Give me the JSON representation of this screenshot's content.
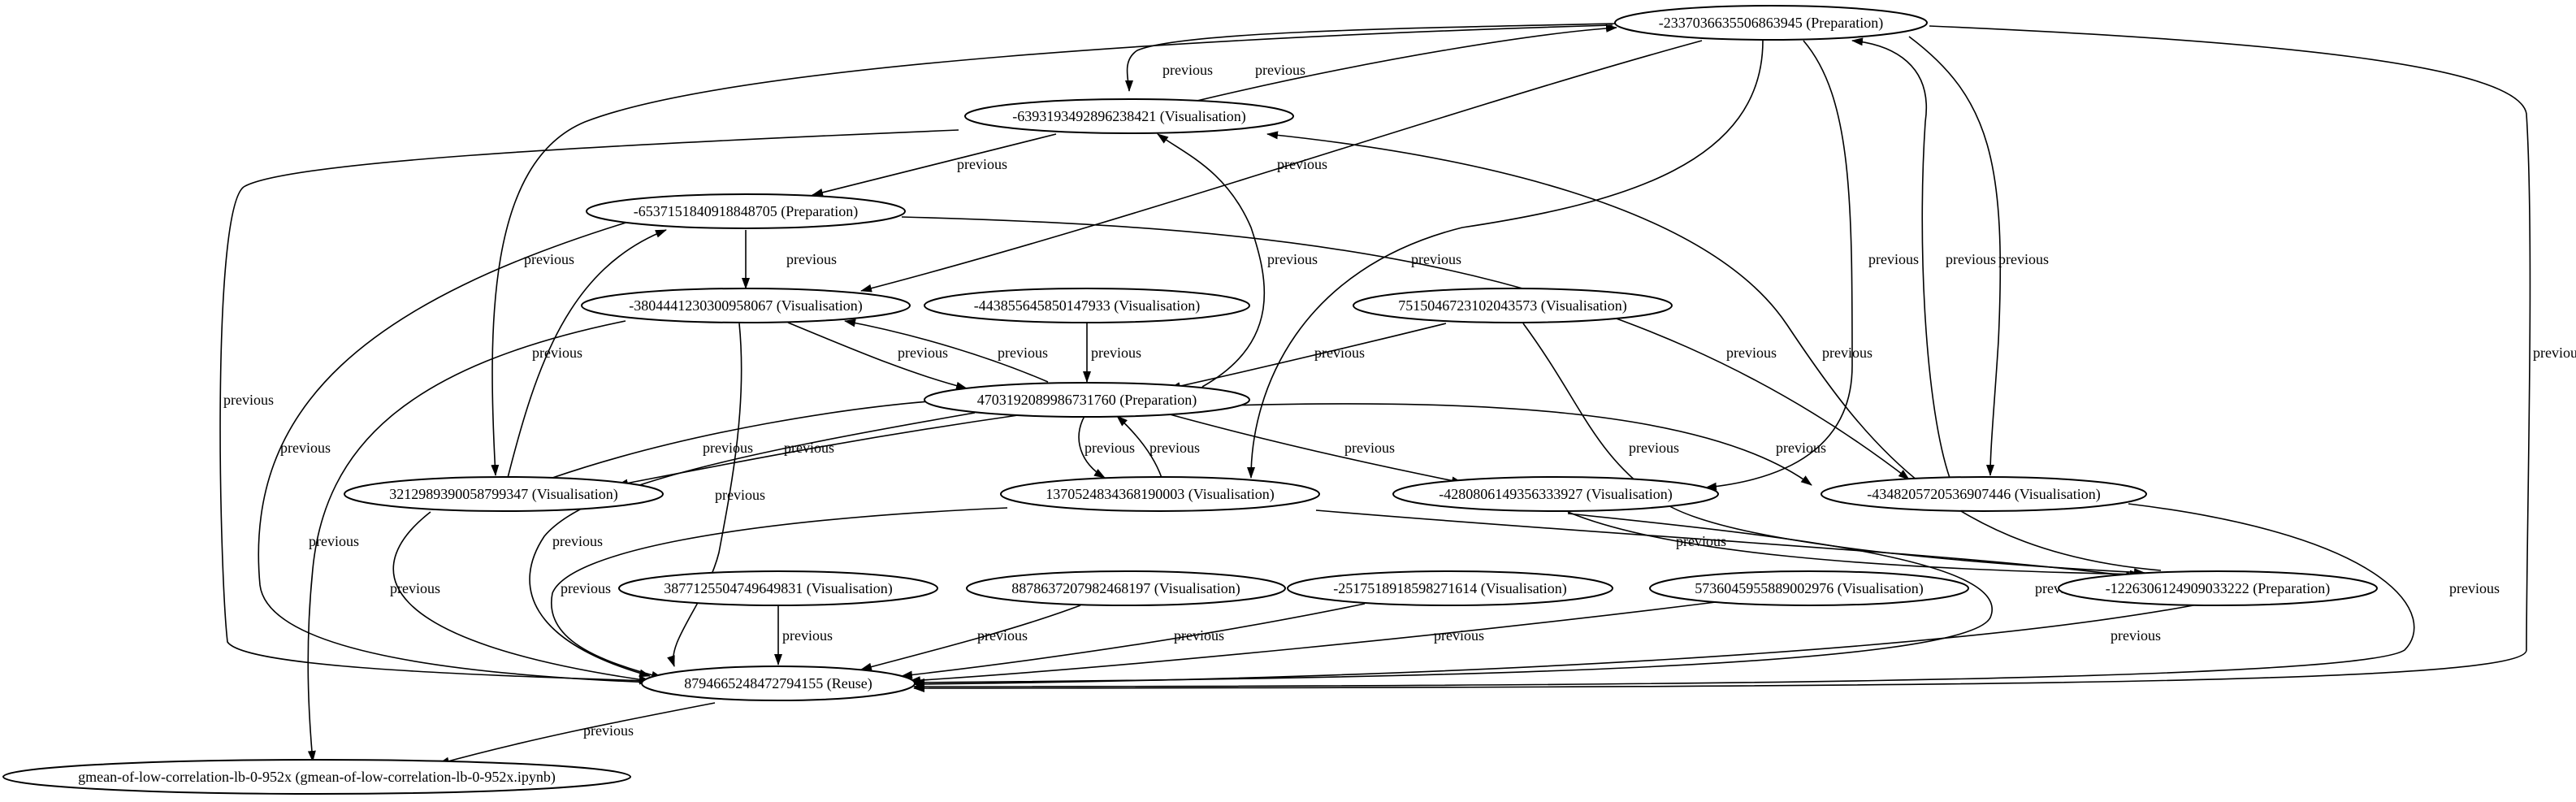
{
  "graph": {
    "nodes": [
      {
        "id": "n1",
        "label": "-233703663550686394​5 (Preparation)"
      },
      {
        "id": "n2",
        "label": "-6393193492896238421 (Visualisation)"
      },
      {
        "id": "n3",
        "label": "-6537151840918848705 (Preparation)"
      },
      {
        "id": "n4",
        "label": "-3804441230300958067 (Visualisation)"
      },
      {
        "id": "n5",
        "label": "-4438556458501479​33 (Visualisation)"
      },
      {
        "id": "n6",
        "label": "7515046723102043573 (Visualisation)"
      },
      {
        "id": "n7",
        "label": "4703192089986731760 (Preparation)"
      },
      {
        "id": "n8",
        "label": "3212989390058799347 (Visualisation)"
      },
      {
        "id": "n9",
        "label": "1370524834368190003 (Visualisation)"
      },
      {
        "id": "n10",
        "label": "-4280806149356333927 (Visualisation)"
      },
      {
        "id": "n11",
        "label": "-434820572053690744​6 (Visualisation)"
      },
      {
        "id": "n12",
        "label": "3877125504749649831 (Visualisation)"
      },
      {
        "id": "n13",
        "label": "8878637207982468197 (Visualisation)"
      },
      {
        "id": "n14",
        "label": "-2517518918598271614 (Visualisation)"
      },
      {
        "id": "n15",
        "label": "5736045955889002976 (Visualisation)"
      },
      {
        "id": "n16",
        "label": "-1226306124909033222 (Preparation)"
      },
      {
        "id": "n17",
        "label": "8794665248472794155 (Reuse)"
      },
      {
        "id": "n18",
        "label": "gmean-of-low-correlation-lb-0-952x (gmean-of-low-correlation-lb-0-952x.ipynb)"
      }
    ],
    "edge_label": "previous"
  }
}
